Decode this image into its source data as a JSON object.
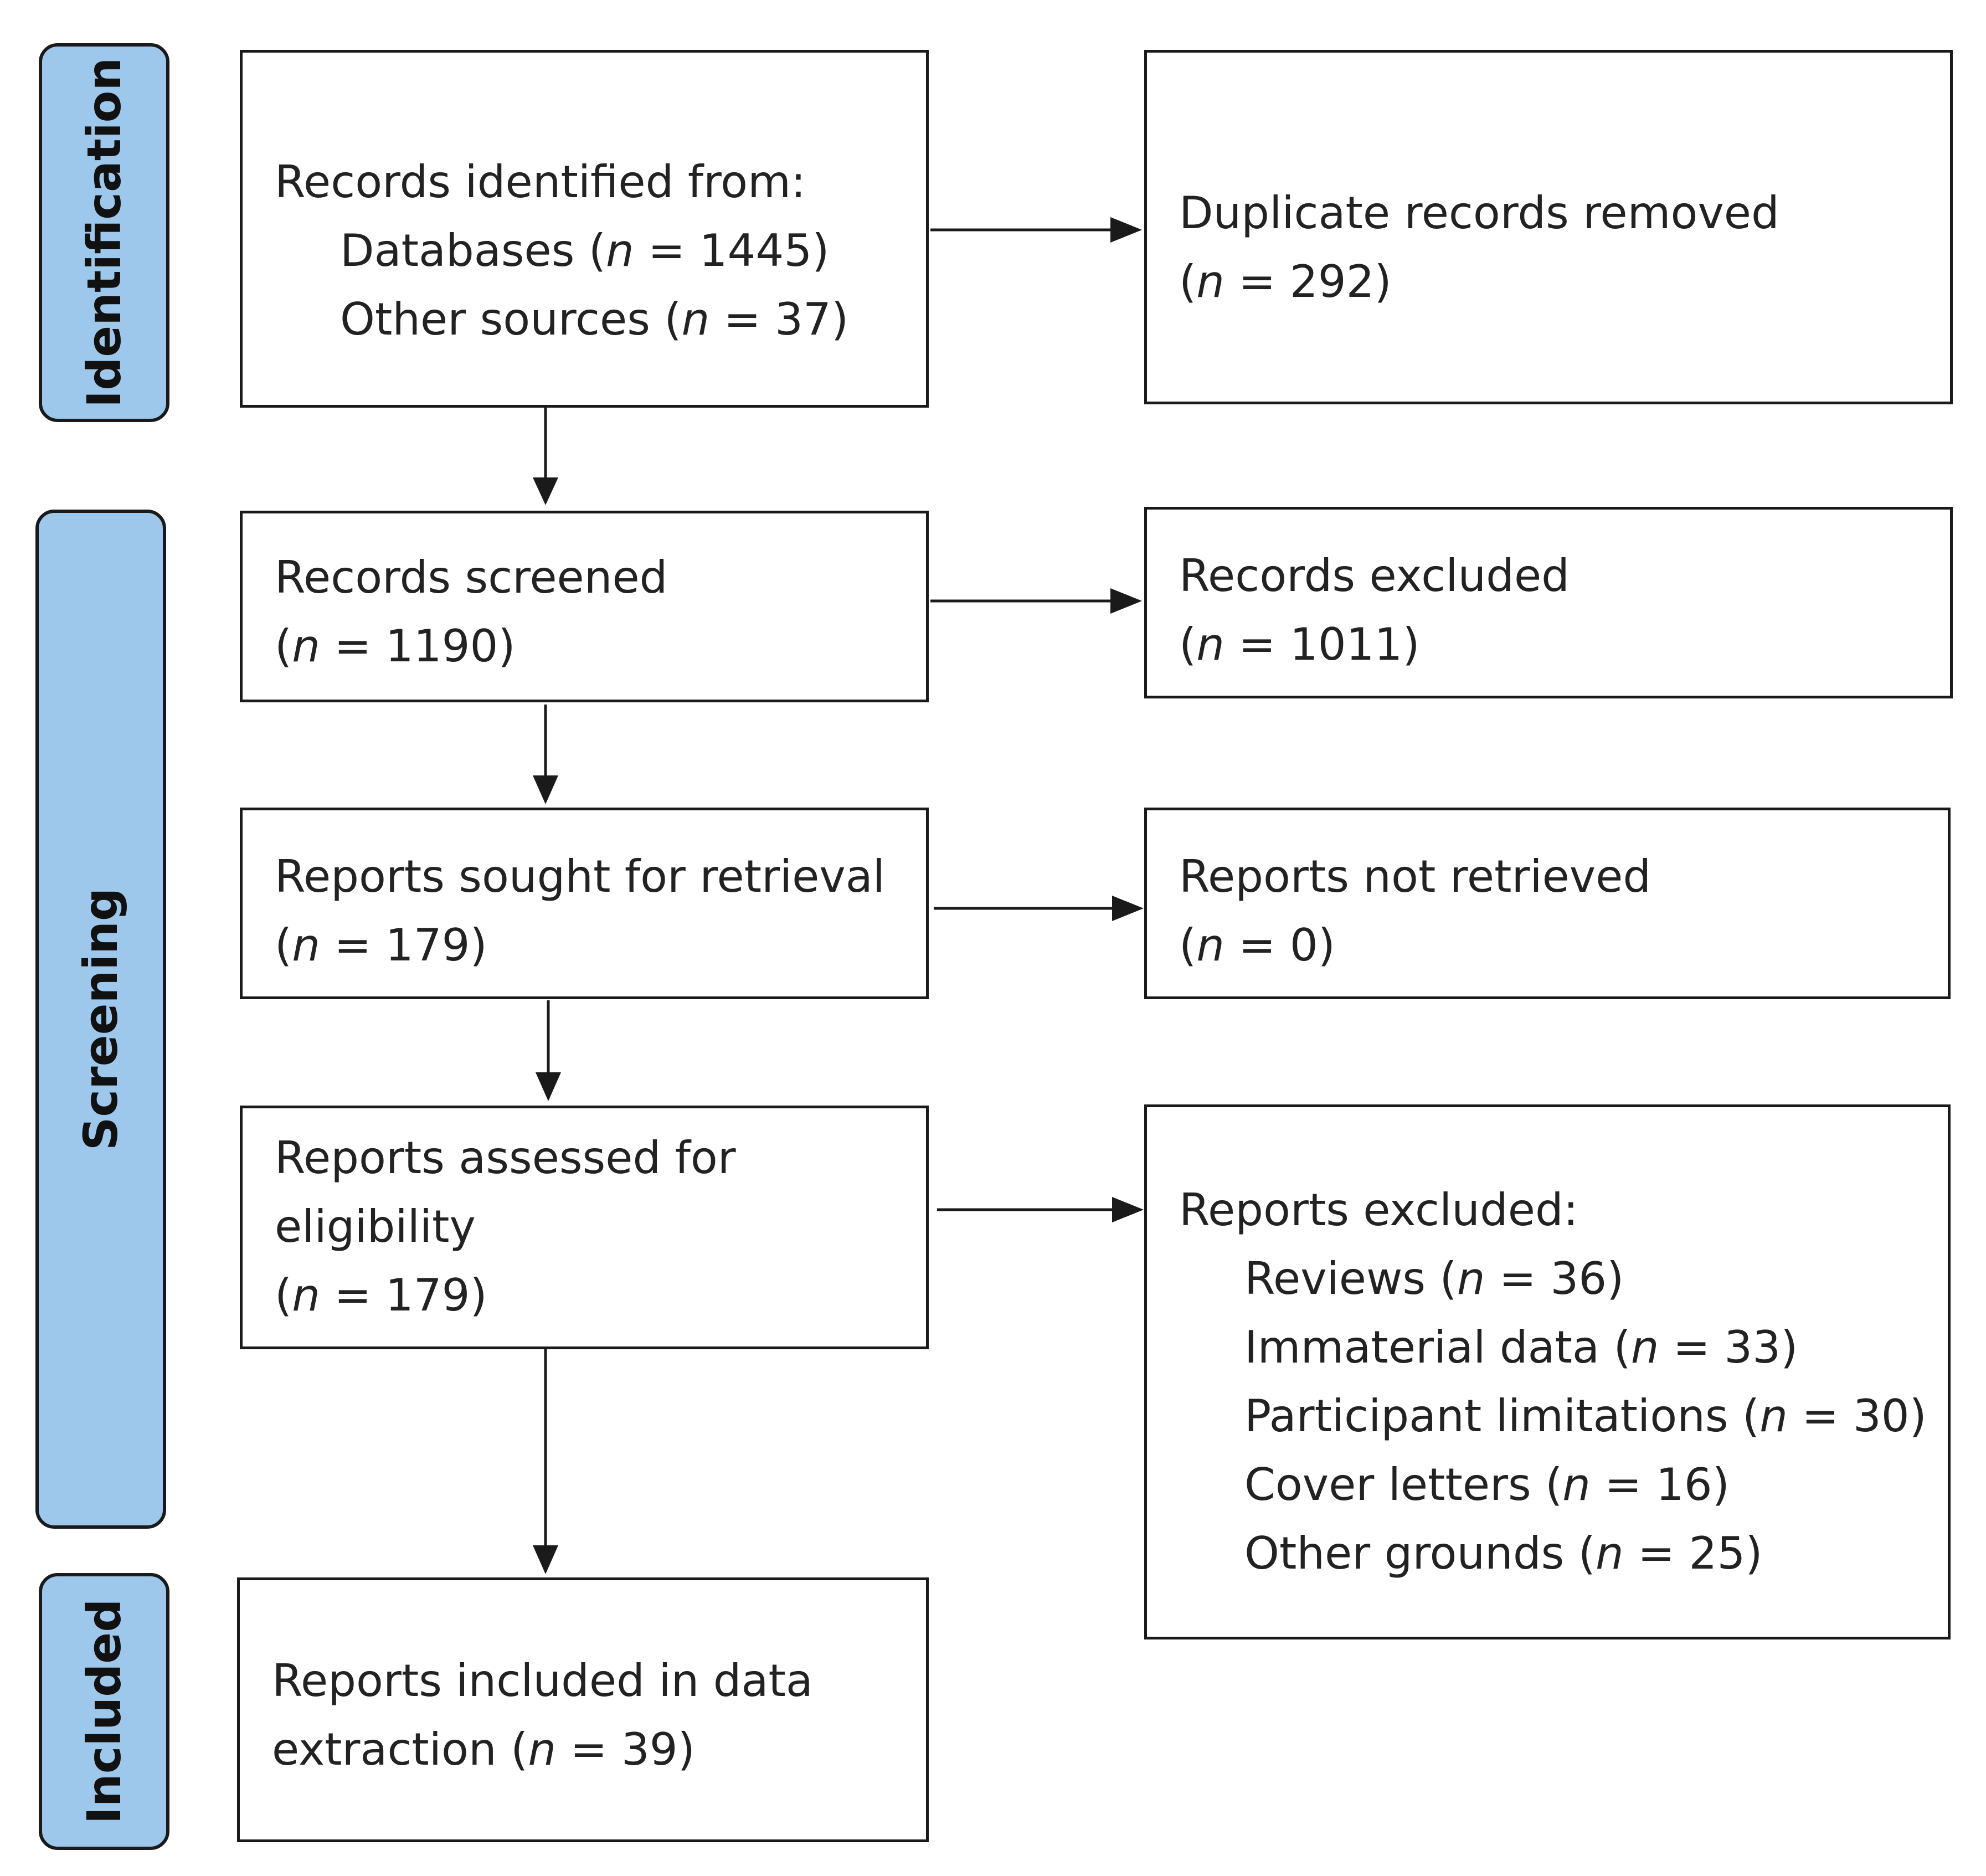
{
  "phases": {
    "identification": "Identification",
    "screening": "Screening",
    "included": "Included"
  },
  "n_symbol": "n",
  "boxes": {
    "identified": {
      "title": "Records identified from:",
      "items": [
        {
          "label": "Databases",
          "n": 1445
        },
        {
          "label": "Other sources",
          "n": 37
        }
      ]
    },
    "duplicates": {
      "title": "Duplicate records removed",
      "n": 292
    },
    "screened": {
      "title": "Records screened",
      "n": 1190
    },
    "excluded_records": {
      "title": "Records excluded",
      "n": 1011
    },
    "sought": {
      "title": "Reports sought for retrieval",
      "n": 179
    },
    "not_retrieved": {
      "title": "Reports not retrieved",
      "n": 0
    },
    "assessed": {
      "title_lines": [
        "Reports assessed for",
        "eligibility"
      ],
      "n": 179
    },
    "excluded_reports": {
      "title": "Reports excluded:",
      "items": [
        {
          "label": "Reviews",
          "n": 36
        },
        {
          "label": "Immaterial data",
          "n": 33
        },
        {
          "label": "Participant limitations",
          "n": 30
        },
        {
          "label": "Cover letters",
          "n": 16
        },
        {
          "label": "Other grounds",
          "n": 25
        }
      ]
    },
    "included": {
      "title_lines": [
        "Reports included in data",
        "extraction"
      ],
      "n": 39
    }
  },
  "colors": {
    "phase_fill": "#9dc8eb",
    "border": "#1a1a1a",
    "text": "#222222"
  }
}
